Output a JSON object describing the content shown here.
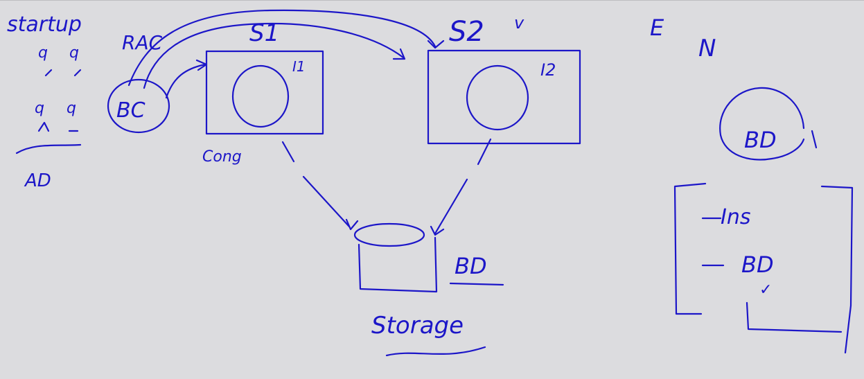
{
  "ink_color": "#1c16c8",
  "background": "#dcdcdf",
  "labels": {
    "startup": "startup",
    "rac": "RAC",
    "s1": "S1",
    "s2": "S2",
    "s2_mark": "v",
    "e": "E",
    "n": "N",
    "bc": "BC",
    "i1": "I1",
    "i2": "I2",
    "cong": "Cong",
    "ad": "AD",
    "bd_storage": "BD",
    "storage": "Storage",
    "bd_right": "BD",
    "ins": "Ins",
    "bd_list": "BD",
    "check": "✓",
    "startup_q1": "q",
    "startup_q2": "q",
    "startup_q3": "q",
    "startup_q4": "q"
  }
}
